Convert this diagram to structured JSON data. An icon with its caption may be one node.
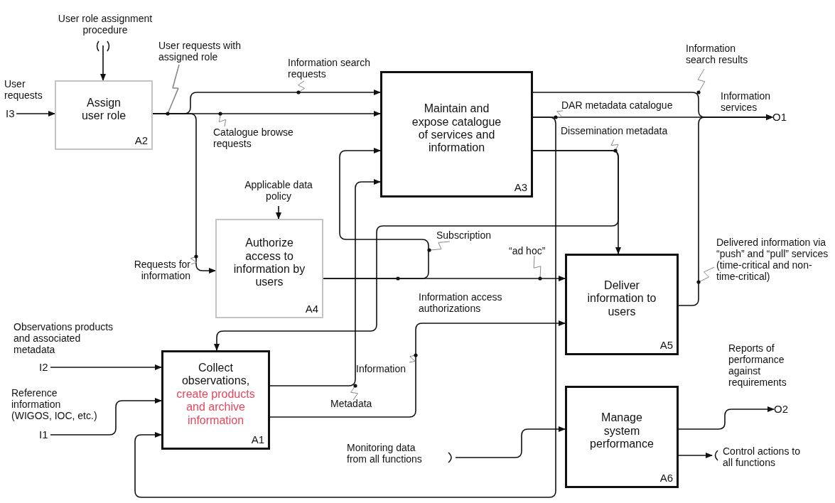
{
  "diagram": {
    "nodes": [
      {
        "text": [
          "Assign user role",
          "A2"
        ]
      },
      {
        "text": [
          "Maintain and expose catalogue of services and information",
          "A3"
        ]
      },
      {
        "text": [
          "Authorize access to information by users",
          "A4"
        ]
      },
      {
        "text": [
          "Deliver information to users",
          "A5"
        ]
      },
      {
        "text": [
          "Collect observations,",
          "create products and archive information",
          "A1"
        ]
      },
      {
        "text": [
          "Manage system performance",
          "A6"
        ]
      },
      {
        "text": [
          "I3"
        ]
      },
      {
        "text": [
          "I2"
        ]
      },
      {
        "text": [
          "I1"
        ]
      },
      {
        "text": [
          "O1"
        ]
      },
      {
        "text": [
          "O2"
        ]
      },
      {
        "text": [
          "User requests with assigned role"
        ]
      }
    ],
    "edges": [
      {
        "from": 6,
        "to": 0,
        "arrow": "to",
        "label": "User requests"
      },
      {
        "from": null,
        "to": 0,
        "arrow": "to",
        "label": "User role assignment procedure"
      },
      {
        "from": 0,
        "to": 1,
        "arrow": "to",
        "label": "Information search requests"
      },
      {
        "from": 0,
        "to": 1,
        "arrow": "to",
        "label": "Catalogue browse requests"
      },
      {
        "from": 0,
        "to": 2,
        "arrow": "to",
        "label": "Requests for information"
      },
      {
        "from": null,
        "to": 2,
        "arrow": "to",
        "label": "Applicable data policy"
      },
      {
        "from": 1,
        "to": 9,
        "arrow": "to",
        "label": "Information search results"
      },
      {
        "from": 1,
        "to": 9,
        "arrow": "to",
        "label": "Information services"
      },
      {
        "from": 1,
        "to": 4,
        "arrow": "to",
        "label": "DAR metadata catalogue"
      },
      {
        "from": 1,
        "to": 3,
        "arrow": "to",
        "label": "Dissemination metadata"
      },
      {
        "from": 1,
        "to": 4,
        "arrow": "to"
      },
      {
        "from": 2,
        "to": 1,
        "arrow": "to",
        "label": "Subscription"
      },
      {
        "from": 2,
        "to": 3,
        "arrow": "to",
        "label": "“ad hoc”"
      },
      {
        "from": 4,
        "to": 1,
        "arrow": "to",
        "label": "Metadata"
      },
      {
        "from": 4,
        "to": 3,
        "arrow": "to",
        "label": "Information"
      },
      {
        "from": 3,
        "to": 9,
        "arrow": "to",
        "label": "Delivered information via “push” and “pull” services (time-critical and non-time-critical)"
      },
      {
        "from": 7,
        "to": 4,
        "arrow": "to",
        "label": "Observations products and associated metadata"
      },
      {
        "from": 8,
        "to": 4,
        "arrow": "to",
        "label": "Reference information (WIGOS, IOC, etc.)"
      },
      {
        "from": null,
        "to": 5,
        "arrow": "to",
        "label": "Monitoring data from all functions"
      },
      {
        "from": 5,
        "to": 10,
        "arrow": "to",
        "label": "Reports of performance against requirements"
      },
      {
        "from": 5,
        "to": null,
        "arrow": "to",
        "label": "Control actions to all functions"
      },
      {
        "from": 11,
        "to": null,
        "arrow": "none",
        "color": "#888888"
      }
    ],
    "labels": [
      "Information access authorizations"
    ]
  }
}
